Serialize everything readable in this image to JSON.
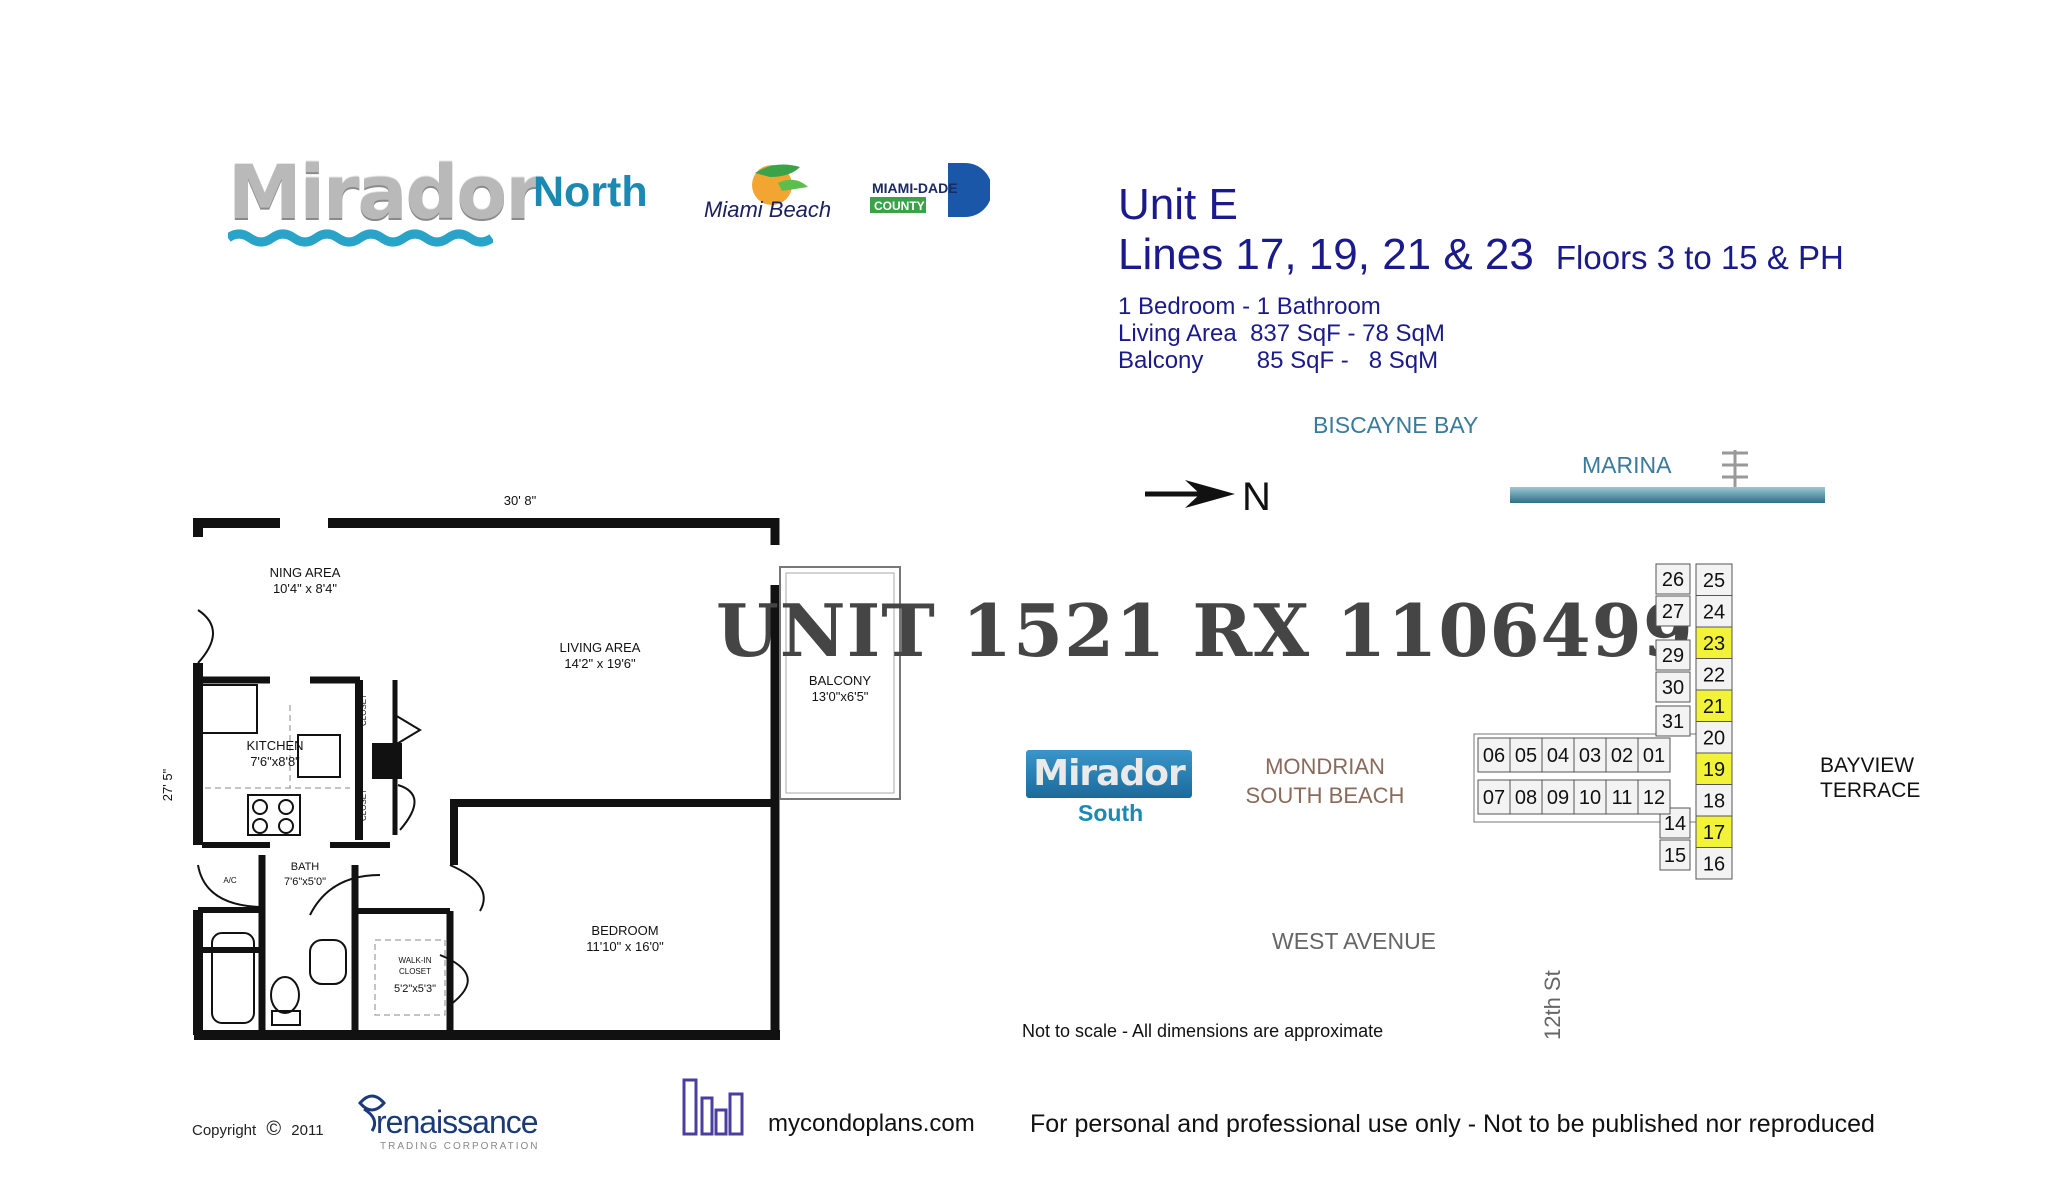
{
  "header": {
    "brand": "Mirador",
    "building": "North",
    "city_logo_text": "Miami Beach",
    "county_logo_line1": "MIAMI-DADE",
    "county_logo_line2": "COUNTY"
  },
  "unit": {
    "title": "Unit E",
    "lines": "Lines 17, 19, 21 & 23",
    "floors": "Floors 3 to 15 & PH",
    "bed_bath": "1 Bedroom - 1 Bathroom",
    "living_area": "Living Area  837 SqF - 78 SqM",
    "balcony": "Balcony        85 SqF -   8 SqM"
  },
  "watermark": "UNIT 1521 RX 1106499",
  "floorplan": {
    "overall_width": "30' 8\"",
    "overall_depth": "27' 5\"",
    "rooms": [
      {
        "name": "NING AREA",
        "dim": "10'4\" x 8'4\""
      },
      {
        "name": "LIVING AREA",
        "dim": "14'2\" x 19'6\""
      },
      {
        "name": "BALCONY",
        "dim": "13'0\"x6'5\""
      },
      {
        "name": "KITCHEN",
        "dim": "7'6\"x8'8\""
      },
      {
        "name": "BATH",
        "dim": "7'6\"x5'0\""
      },
      {
        "name": "BEDROOM",
        "dim": "11'10\" x 16'0\""
      },
      {
        "name": "WALK-IN",
        "name2": "CLOSET",
        "dim": "5'2\"x5'3\""
      }
    ],
    "closet_label": "CLOSET",
    "ac_label": "A/C"
  },
  "site": {
    "bay": "BISCAYNE BAY",
    "marina": "MARINA",
    "north": "N",
    "bayview_line1": "BAYVIEW",
    "bayview_line2": "TERRACE",
    "west_avenue": "WEST AVENUE",
    "mondrian_line1": "MONDRIAN",
    "mondrian_line2": "SOUTH BEACH",
    "south_brand": "Mirador",
    "south_label": "South",
    "street": "12th St",
    "units_highlighted": [
      "17",
      "19",
      "21",
      "23"
    ],
    "right_col": [
      "25",
      "24",
      "23",
      "22",
      "21",
      "20",
      "19",
      "18",
      "17",
      "16"
    ],
    "left_col": [
      "26",
      "27",
      "29",
      "30",
      "31"
    ],
    "left_col_bottom": [
      "14",
      "15"
    ],
    "top_row": [
      "06",
      "05",
      "04",
      "03",
      "02",
      "01"
    ],
    "bottom_row": [
      "07",
      "08",
      "09",
      "10",
      "11",
      "12"
    ],
    "highlight_color": "#f2f23a"
  },
  "footer": {
    "copyright": "Copyright",
    "copyright_symbol": "©",
    "year": "2011",
    "company": "renaissance",
    "company_sub": "TRADING CORPORATION",
    "site": "mycondoplans.com",
    "usage": "For personal and professional use only - Not to be published nor reproduced",
    "scale_note": "Not to scale - All dimensions are approximate"
  }
}
